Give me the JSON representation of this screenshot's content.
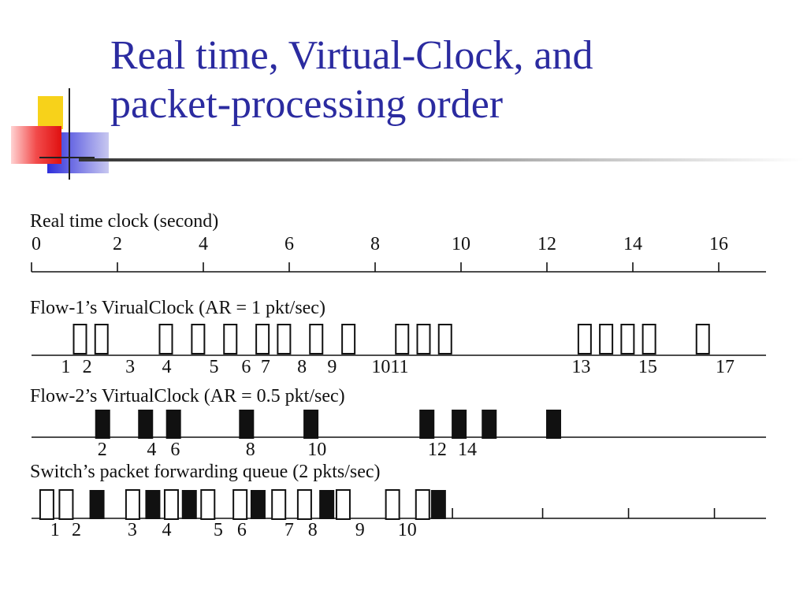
{
  "slide": {
    "title_line1": "Real time, Virtual-Clock, and",
    "title_line2": "packet-processing order"
  },
  "colors": {
    "title": "#2b2ba0",
    "accent_yellow": "#f7d21a",
    "accent_red": "#f24b4b",
    "accent_blue": "#2e2edb"
  },
  "diagram": {
    "real_time": {
      "label": "Real time clock (second)",
      "ticks": [
        "0",
        "2",
        "4",
        "6",
        "8",
        "10",
        "12",
        "14",
        "16"
      ]
    },
    "flow1": {
      "label": "Flow-1’s VirualClock (AR = 1 pkt/sec)",
      "packet_times": [
        1.0,
        1.5,
        3.0,
        3.75,
        4.5,
        5.25,
        5.75,
        6.5,
        7.25,
        8.5,
        9.0,
        9.5,
        12.75,
        13.25,
        13.75,
        14.25,
        15.5
      ],
      "labels": [
        {
          "text": "1",
          "t": 0.65
        },
        {
          "text": "2",
          "t": 1.15
        },
        {
          "text": "3",
          "t": 2.15
        },
        {
          "text": "4",
          "t": 3.0
        },
        {
          "text": "5",
          "t": 4.1
        },
        {
          "text": "6",
          "t": 4.85
        },
        {
          "text": "7",
          "t": 5.3
        },
        {
          "text": "8",
          "t": 6.15
        },
        {
          "text": "9",
          "t": 6.85
        },
        {
          "text": "1011",
          "t": 8.2
        },
        {
          "text": "13",
          "t": 12.65
        },
        {
          "text": "15",
          "t": 14.2
        },
        {
          "text": "17",
          "t": 16.0
        }
      ]
    },
    "flow2": {
      "label": "Flow-2’s VirtualClock (AR = 0.5 pkt/sec)",
      "packet_times": [
        1.5,
        2.5,
        3.15,
        4.85,
        6.35,
        9.05,
        9.8,
        10.5,
        12.0
      ],
      "labels": [
        {
          "text": "2",
          "t": 1.5
        },
        {
          "text": "4",
          "t": 2.65
        },
        {
          "text": "6",
          "t": 3.2
        },
        {
          "text": "8",
          "t": 4.95
        },
        {
          "text": "10",
          "t": 6.5
        },
        {
          "text": "12",
          "t": 9.3
        },
        {
          "text": "14",
          "t": 10.0
        }
      ]
    },
    "switch": {
      "label": "Switch’s packet forwarding queue (2 pkts/sec)",
      "packets": [
        {
          "t": 0.2,
          "filled": false
        },
        {
          "t": 0.65,
          "filled": false
        },
        {
          "t": 1.35,
          "filled": true
        },
        {
          "t": 2.2,
          "filled": false
        },
        {
          "t": 2.65,
          "filled": true
        },
        {
          "t": 3.1,
          "filled": false
        },
        {
          "t": 3.5,
          "filled": true
        },
        {
          "t": 3.95,
          "filled": false
        },
        {
          "t": 4.7,
          "filled": false
        },
        {
          "t": 5.1,
          "filled": true
        },
        {
          "t": 5.6,
          "filled": false
        },
        {
          "t": 6.2,
          "filled": false
        },
        {
          "t": 6.7,
          "filled": true
        },
        {
          "t": 7.1,
          "filled": false
        },
        {
          "t": 8.25,
          "filled": false
        },
        {
          "t": 8.95,
          "filled": false
        },
        {
          "t": 9.3,
          "filled": true
        }
      ],
      "labels": [
        {
          "text": "1",
          "t": 0.4
        },
        {
          "text": "2",
          "t": 0.9
        },
        {
          "text": "3",
          "t": 2.2
        },
        {
          "text": "4",
          "t": 3.0
        },
        {
          "text": "5",
          "t": 4.2
        },
        {
          "text": "6",
          "t": 4.75
        },
        {
          "text": "7",
          "t": 5.85
        },
        {
          "text": "8",
          "t": 6.4
        },
        {
          "text": "9",
          "t": 7.5
        },
        {
          "text": "10",
          "t": 8.6
        }
      ],
      "real_ticks": [
        9.8,
        11.9,
        13.9,
        15.9
      ]
    }
  }
}
